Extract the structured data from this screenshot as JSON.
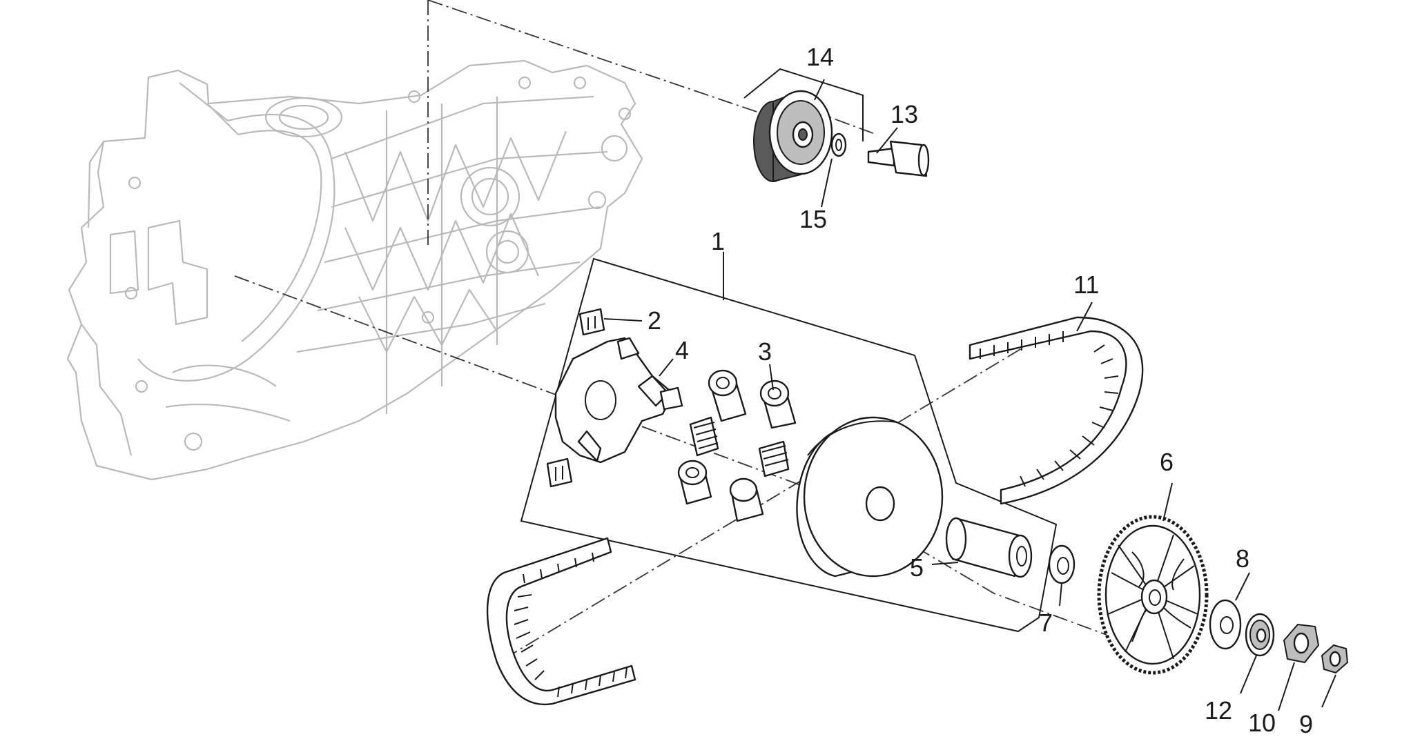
{
  "callouts": {
    "n1": "1",
    "n2": "2",
    "n3": "3",
    "n4": "4",
    "n5": "5",
    "n6": "6",
    "n7": "7",
    "n8": "8",
    "n9": "9",
    "n10": "10",
    "n11": "11",
    "n12": "12",
    "n13": "13",
    "n14": "14",
    "n15": "15"
  },
  "colors": {
    "background": "#ffffff",
    "ink": "#1a1a1a",
    "crankcase": "#b9b9b9"
  }
}
